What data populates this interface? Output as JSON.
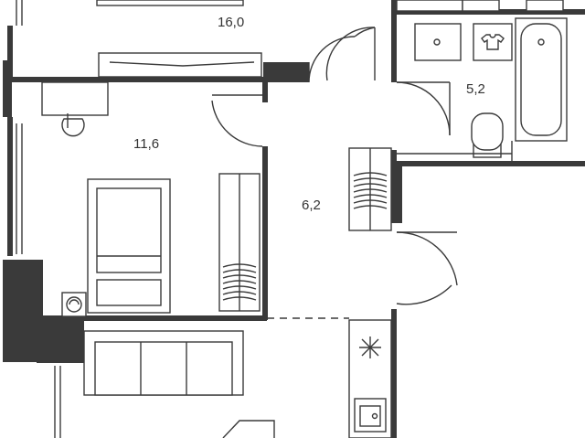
{
  "rooms": [
    {
      "id": "living-room",
      "area": "16,0"
    },
    {
      "id": "bedroom",
      "area": "11,6"
    },
    {
      "id": "hallway",
      "area": "6,2"
    },
    {
      "id": "bathroom",
      "area": "5,2"
    }
  ],
  "colors": {
    "wall": "#3a3a3a",
    "line": "#3a3a3a",
    "background": "#ffffff",
    "text": "#333333"
  },
  "icons": [
    "shirt-icon",
    "snowflake-icon",
    "washing-machine-icon"
  ]
}
